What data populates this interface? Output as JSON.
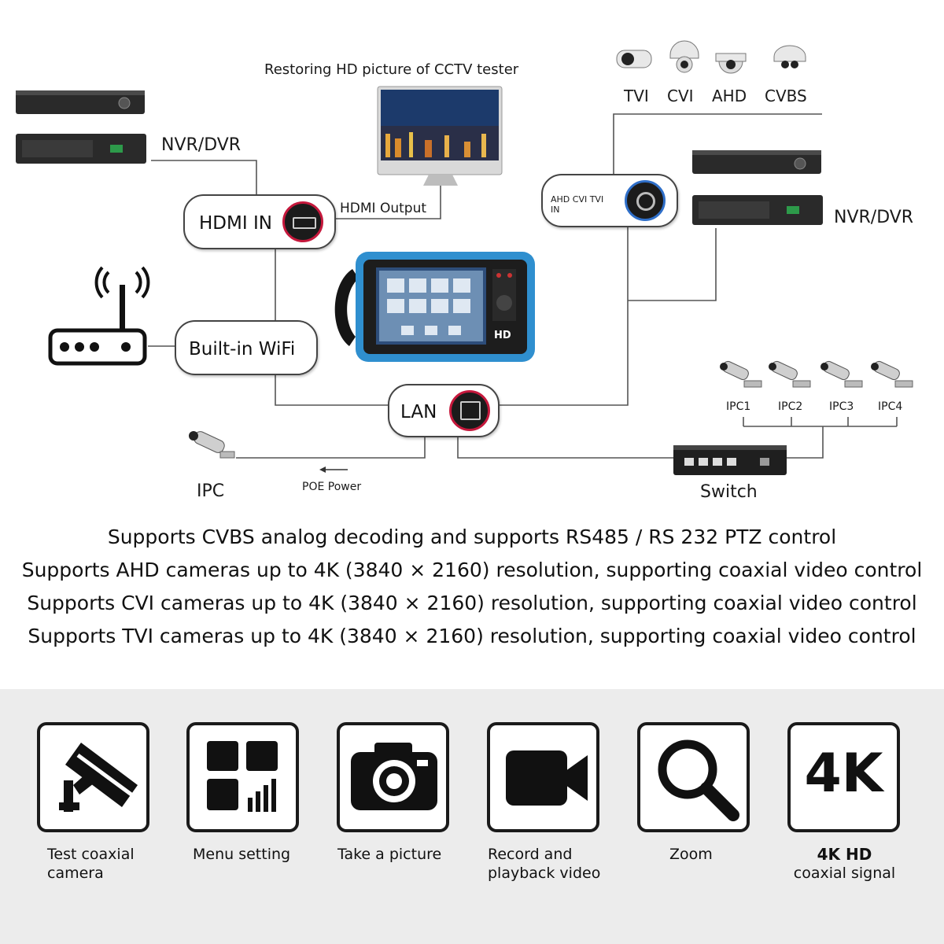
{
  "diagram": {
    "monitor_caption": "Restoring HD picture of CCTV tester",
    "nvr_dvr_left": "NVR/DVR",
    "nvr_dvr_right": "NVR/DVR",
    "hdmi_in": "HDMI IN",
    "hdmi_output": "HDMI Output",
    "wifi": "Built-in WiFi",
    "lan": "LAN",
    "analog_in": "AHD CVI TVI IN",
    "camera_types": [
      "TVI",
      "CVI",
      "AHD",
      "CVBS"
    ],
    "ipc_labels": [
      "IPC1",
      "IPC2",
      "IPC3",
      "IPC4"
    ],
    "ipc": "IPC",
    "poe": "POE Power",
    "switch": "Switch",
    "tester_badge": "HD"
  },
  "specs": [
    "Supports CVBS analog decoding and supports RS485 / RS 232 PTZ control",
    "Supports AHD cameras up to 4K (3840 × 2160) resolution, supporting coaxial video control",
    "Supports CVI cameras up to 4K (3840 × 2160) resolution, supporting coaxial video control",
    "Supports TVI cameras up to 4K (3840 × 2160) resolution, supporting coaxial video control"
  ],
  "features": [
    {
      "icon": "security-camera-icon",
      "line1": "Test coaxial",
      "line2": "camera"
    },
    {
      "icon": "menu-grid-icon",
      "line1": "Menu setting",
      "line2": ""
    },
    {
      "icon": "camera-icon",
      "line1": "Take a picture",
      "line2": ""
    },
    {
      "icon": "video-camera-icon",
      "line1": "Record and",
      "line2": "playback video"
    },
    {
      "icon": "magnifier-icon",
      "line1": "Zoom",
      "line2": ""
    },
    {
      "icon": "4k-icon",
      "icon_text": "4K",
      "line1": "4K HD",
      "line2": "coaxial signal"
    }
  ]
}
